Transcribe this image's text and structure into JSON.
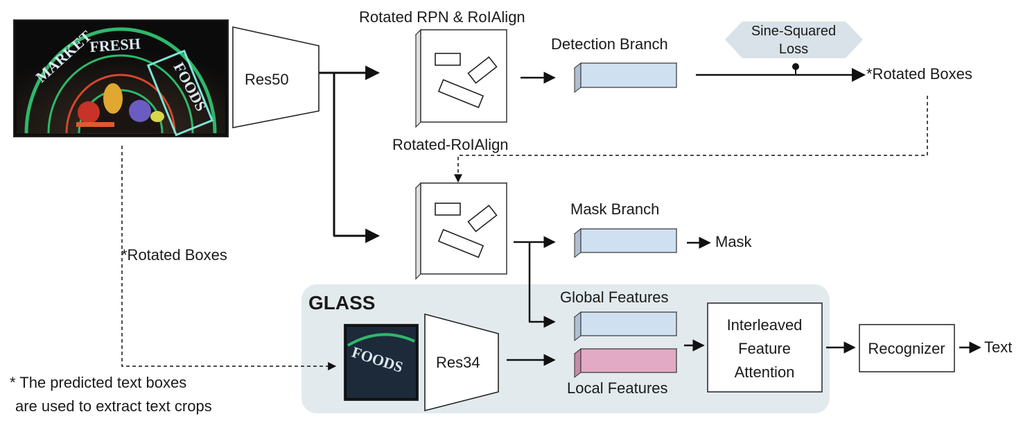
{
  "labels": {
    "rotated_rpn": "Rotated RPN & RoIAlign",
    "detection_branch": "Detection Branch",
    "loss_line1": "Sine-Squared",
    "loss_line2": "Loss",
    "rotated_boxes_out": "*Rotated Boxes",
    "rotated_roialign": "Rotated-RoIAlign",
    "mask_branch": "Mask Branch",
    "mask_out": "Mask",
    "rotated_boxes_side": "*Rotated Boxes",
    "glass": "GLASS",
    "global_features": "Global Features",
    "local_features": "Local Features",
    "ifa_line1": "Interleaved",
    "ifa_line2": "Feature",
    "ifa_line3": "Attention",
    "recognizer": "Recognizer",
    "text_out": "Text",
    "res50": "Res50",
    "res34": "Res34",
    "footnote_line1": "* The predicted text boxes",
    "footnote_line2": "are used to extract text crops"
  },
  "image_text": {
    "sign_market": "MARKET",
    "sign_fresh": "FRESH",
    "sign_foods": "FOODS",
    "crop_foods": "FOODS"
  },
  "colors": {
    "glass_panel": "#e2eaee",
    "feature_blue": "#cfe0f1",
    "feature_pink": "#e3aac6",
    "loss_hex": "#d9e2e8",
    "highlight_box": "#7fe3d6"
  }
}
